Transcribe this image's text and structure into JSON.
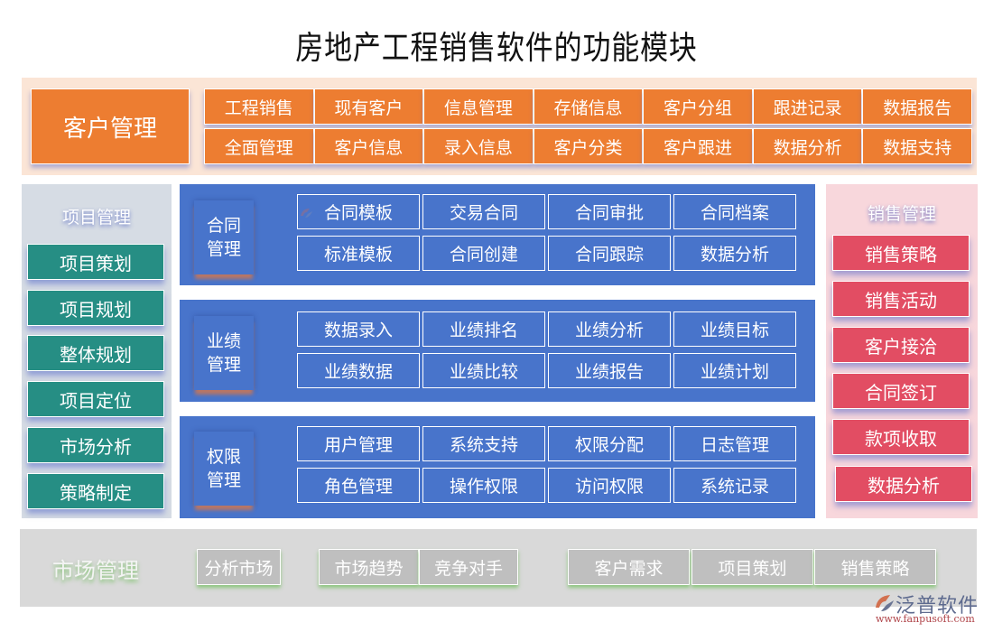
{
  "title": "房地产工程销售软件的功能模块",
  "customer": {
    "label": "客户管理",
    "items": [
      [
        "工程销售",
        "现有客户",
        "信息管理",
        "存储信息",
        "客户分组",
        "跟进记录",
        "数据报告"
      ],
      [
        "全面管理",
        "客户信息",
        "录入信息",
        "客户分类",
        "客户跟进",
        "数据分析",
        "数据支持"
      ]
    ]
  },
  "project": {
    "label": "项目管理",
    "items": [
      "项目策划",
      "项目规划",
      "整体规划",
      "项目定位",
      "市场分析",
      "策略制定"
    ]
  },
  "blocks": [
    {
      "label_line1": "合同",
      "label_line2": "管理",
      "items": [
        [
          "合同模板",
          "交易合同",
          "合同审批",
          "合同档案"
        ],
        [
          "标准模板",
          "合同创建",
          "合同跟踪",
          "数据分析"
        ]
      ]
    },
    {
      "label_line1": "业绩",
      "label_line2": "管理",
      "items": [
        [
          "数据录入",
          "业绩排名",
          "业绩分析",
          "业绩目标"
        ],
        [
          "业绩数据",
          "业绩比较",
          "业绩报告",
          "业绩计划"
        ]
      ]
    },
    {
      "label_line1": "权限",
      "label_line2": "管理",
      "items": [
        [
          "用户管理",
          "系统支持",
          "权限分配",
          "日志管理"
        ],
        [
          "角色管理",
          "操作权限",
          "访问权限",
          "系统记录"
        ]
      ]
    }
  ],
  "sales": {
    "label": "销售管理",
    "items": [
      "销售策略",
      "销售活动",
      "客户接洽",
      "合同签订",
      "款项收取",
      "数据分析"
    ]
  },
  "market": {
    "label": "市场管理",
    "items": [
      "分析市场",
      "市场趋势",
      "竞争对手",
      "客户需求",
      "项目策划",
      "销售策略"
    ]
  },
  "logo": {
    "name": "泛普软件",
    "url": "www.fanpusoft.com"
  },
  "colors": {
    "customer_orange": "#ed7d31",
    "customer_band": "#fbe5d6",
    "project_teal": "#268e84",
    "project_panel": "#d6dce4",
    "block_blue": "#4874cb",
    "sales_red": "#e24d63",
    "sales_panel": "#f8d7dc",
    "market_gray": "#bfbfbf",
    "market_band": "#d9d9d9"
  }
}
